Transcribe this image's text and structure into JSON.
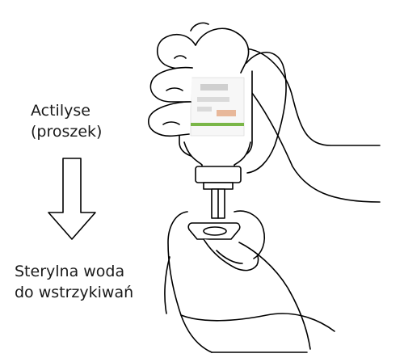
{
  "labels": {
    "source": {
      "line1": "Actilyse",
      "line2": "(proszek)"
    },
    "target": {
      "line1": "Sterylna woda",
      "line2": "do wstrzykiwań"
    }
  },
  "icons": {
    "arrow": "down-arrow-icon"
  },
  "colors": {
    "stroke": "#000000",
    "background": "#ffffff",
    "label_green": "#7ab648",
    "label_orange": "#e2a07a",
    "label_grey": "#c8c8c8"
  }
}
